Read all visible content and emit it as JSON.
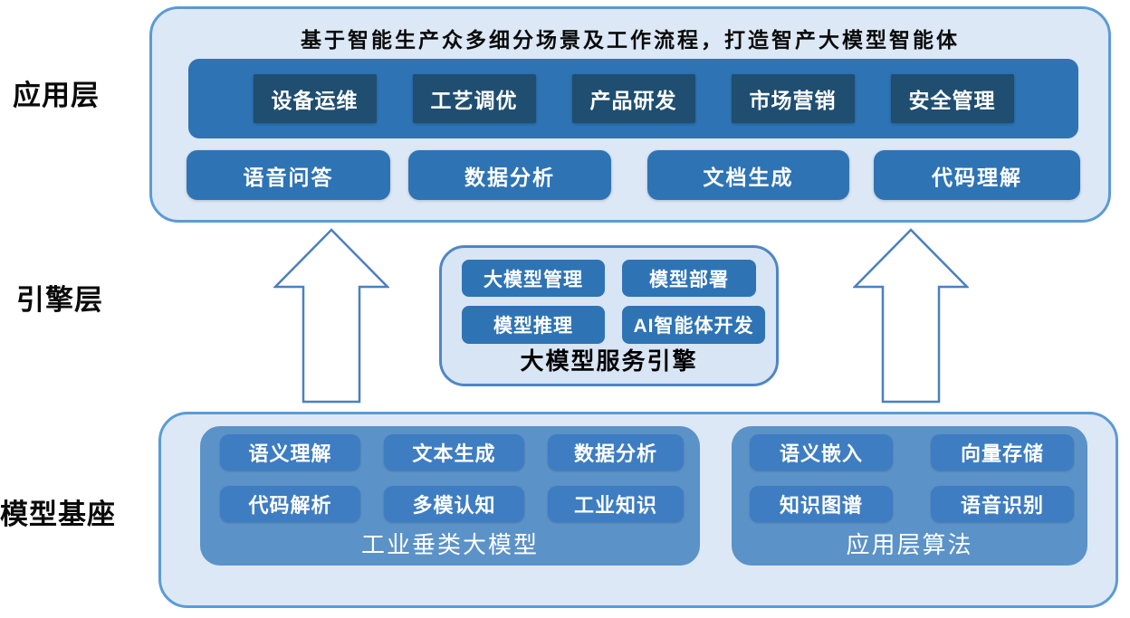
{
  "colors": {
    "primary_blue": "#2e74b5",
    "dark_navy": "#1f4e70",
    "steel_blue": "#5b92c8",
    "button_blue": "#3e7dc2",
    "panel_fill": "#dce8f6",
    "panel_border": "#5b9bd5",
    "arrow_stroke": "#4a80c0"
  },
  "layer_labels": {
    "app": "应用层",
    "engine": "引擎层",
    "model": "模型基座"
  },
  "app_layer": {
    "title": "基于智能生产众多细分场景及工作流程，打造智产大模型智能体",
    "scenarios": [
      "设备运维",
      "工艺调优",
      "产品研发",
      "市场营销",
      "安全管理"
    ],
    "capabilities": [
      "语音问答",
      "数据分析",
      "文档生成",
      "代码理解"
    ]
  },
  "engine_layer": {
    "label": "大模型服务引擎",
    "modules": [
      "大模型管理",
      "模型部署",
      "模型推理",
      "AI智能体开发"
    ]
  },
  "model_layer": {
    "industry_model": {
      "label": "工业垂类大模型",
      "capabilities": [
        "语义理解",
        "文本生成",
        "数据分析",
        "代码解析",
        "多模认知",
        "工业知识"
      ]
    },
    "app_algorithms": {
      "label": "应用层算法",
      "capabilities": [
        "语义嵌入",
        "向量存储",
        "知识图谱",
        "语音识别"
      ]
    }
  }
}
